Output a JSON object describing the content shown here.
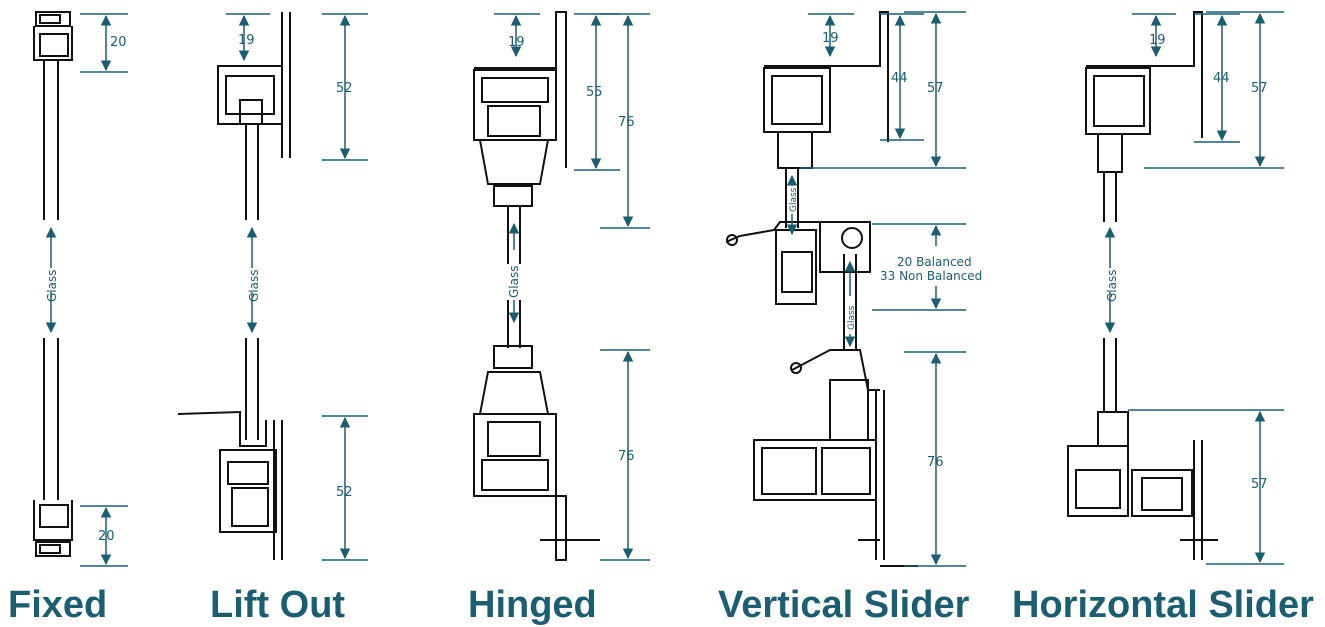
{
  "colors": {
    "accent": "#1b5e72",
    "line": "#111111",
    "caption": "#1b5e72"
  },
  "captions": {
    "fixed": "Fixed",
    "lift_out": "Lift Out",
    "hinged": "Hinged",
    "vertical_slider": "Vertical Slider",
    "horizontal_slider": "Horizontal Slider"
  },
  "fixed": {
    "top_dim": "20",
    "bottom_dim": "20",
    "glass_label": "Glass"
  },
  "lift_out": {
    "top_dim": "19",
    "top_height": "52",
    "bottom_height": "52",
    "glass_label": "Glass"
  },
  "hinged": {
    "top_dim": "19",
    "inner_height": "55",
    "top_height": "76",
    "bottom_height": "76",
    "glass_label": "Glass"
  },
  "vertical_slider": {
    "top_dim": "19",
    "inner_height": "44",
    "top_height": "57",
    "meeting_rail_line1": "20 Balanced",
    "meeting_rail_line2": "33 Non Balanced",
    "bottom_height": "76",
    "glass_label_upper": "Glass",
    "glass_label_lower": "Glass"
  },
  "horizontal_slider": {
    "top_dim": "19",
    "inner_height": "44",
    "top_height": "57",
    "bottom_height": "57",
    "glass_label": "Glass"
  }
}
